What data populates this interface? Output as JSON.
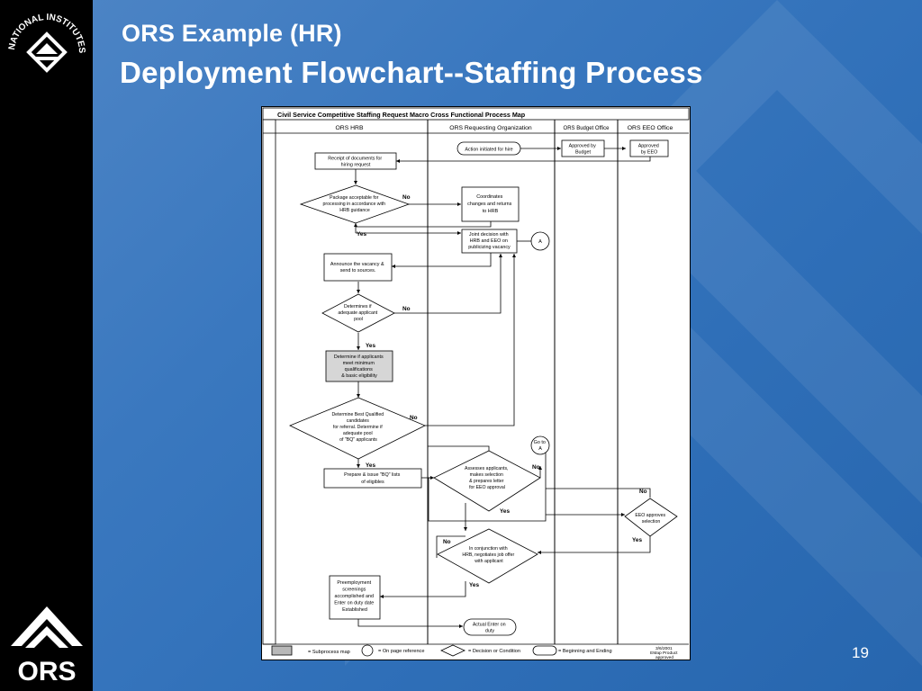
{
  "slide": {
    "title_line1": "ORS Example (HR)",
    "title_line2": "Deployment Flowchart--Staffing Process",
    "page_number": "19"
  },
  "logos": {
    "nih_text": "NATIONAL INSTITUTES OF HEALTH",
    "ors_text": "ORS"
  },
  "flowchart": {
    "map_title": "Civil Service Competitive Staffing Request Macro Cross Functional Process Map",
    "lanes": {
      "hrb": "ORS HRB",
      "requesting": "ORS Requesting Organization",
      "budget": "ORS Budget Office",
      "eeo": "ORS EEO Office"
    },
    "nodes": {
      "action_initiated": "Action initiated for hire",
      "approved_budget": [
        "Approved  by",
        "Budget"
      ],
      "approved_eeo": [
        "Approved",
        "by EEO"
      ],
      "receipt_docs": [
        "Receipt of documents for",
        "hiring request"
      ],
      "package_acceptable": [
        "Package acceptable for",
        "processing in accordance with",
        "HRB guidance"
      ],
      "coordinates_changes": [
        "Coordinates",
        "changes and returns",
        "to HRB"
      ],
      "joint_decision": [
        "Joint decision with",
        "HRB and EEO on",
        "publicizing vacancy"
      ],
      "connector_a": "A",
      "announce_vacancy": [
        "Announce the vacancy &",
        "send to sources."
      ],
      "determine_pool": [
        "Determines if",
        "adequate applicant",
        "pool"
      ],
      "determine_eligibility": [
        "Determine if applicants",
        "meet minimum",
        "qualifications",
        "& basic eligibility"
      ],
      "determine_best": [
        "Determine Best Qualified",
        "candidates",
        "for referral.  Determine if",
        "adequate pool",
        "of \"BQ\" applicants"
      ],
      "go_to_a": [
        "Go to",
        "A"
      ],
      "prepare_bq": [
        "Prepare & issue \"BQ\" lists",
        "of eligibles"
      ],
      "assess_applicants": [
        "Assesses applicants,",
        "makes selection",
        "& prepares letter",
        "for EEO approval"
      ],
      "eeo_approves": [
        "EEO approves",
        "selection"
      ],
      "negotiate_offer": [
        "In conjunction with",
        "HRB, negotiates job offer",
        "with applicant"
      ],
      "preemployment": [
        "Preemployment",
        "screenings",
        "accomplished and",
        "Enter on duty date",
        "Established"
      ],
      "actual_enter": [
        "Actual Enter on",
        "duty"
      ]
    },
    "labels": {
      "yes": "Yes",
      "no": "No"
    },
    "legend": {
      "subprocess": "= Subprocess map",
      "on_page_ref": "= On page reference",
      "decision": "=  Decision or Condition",
      "begin_end": "=  Beginning and Ending",
      "footer_note": [
        "3/6/2001",
        "EMap Product",
        "approved"
      ]
    }
  }
}
